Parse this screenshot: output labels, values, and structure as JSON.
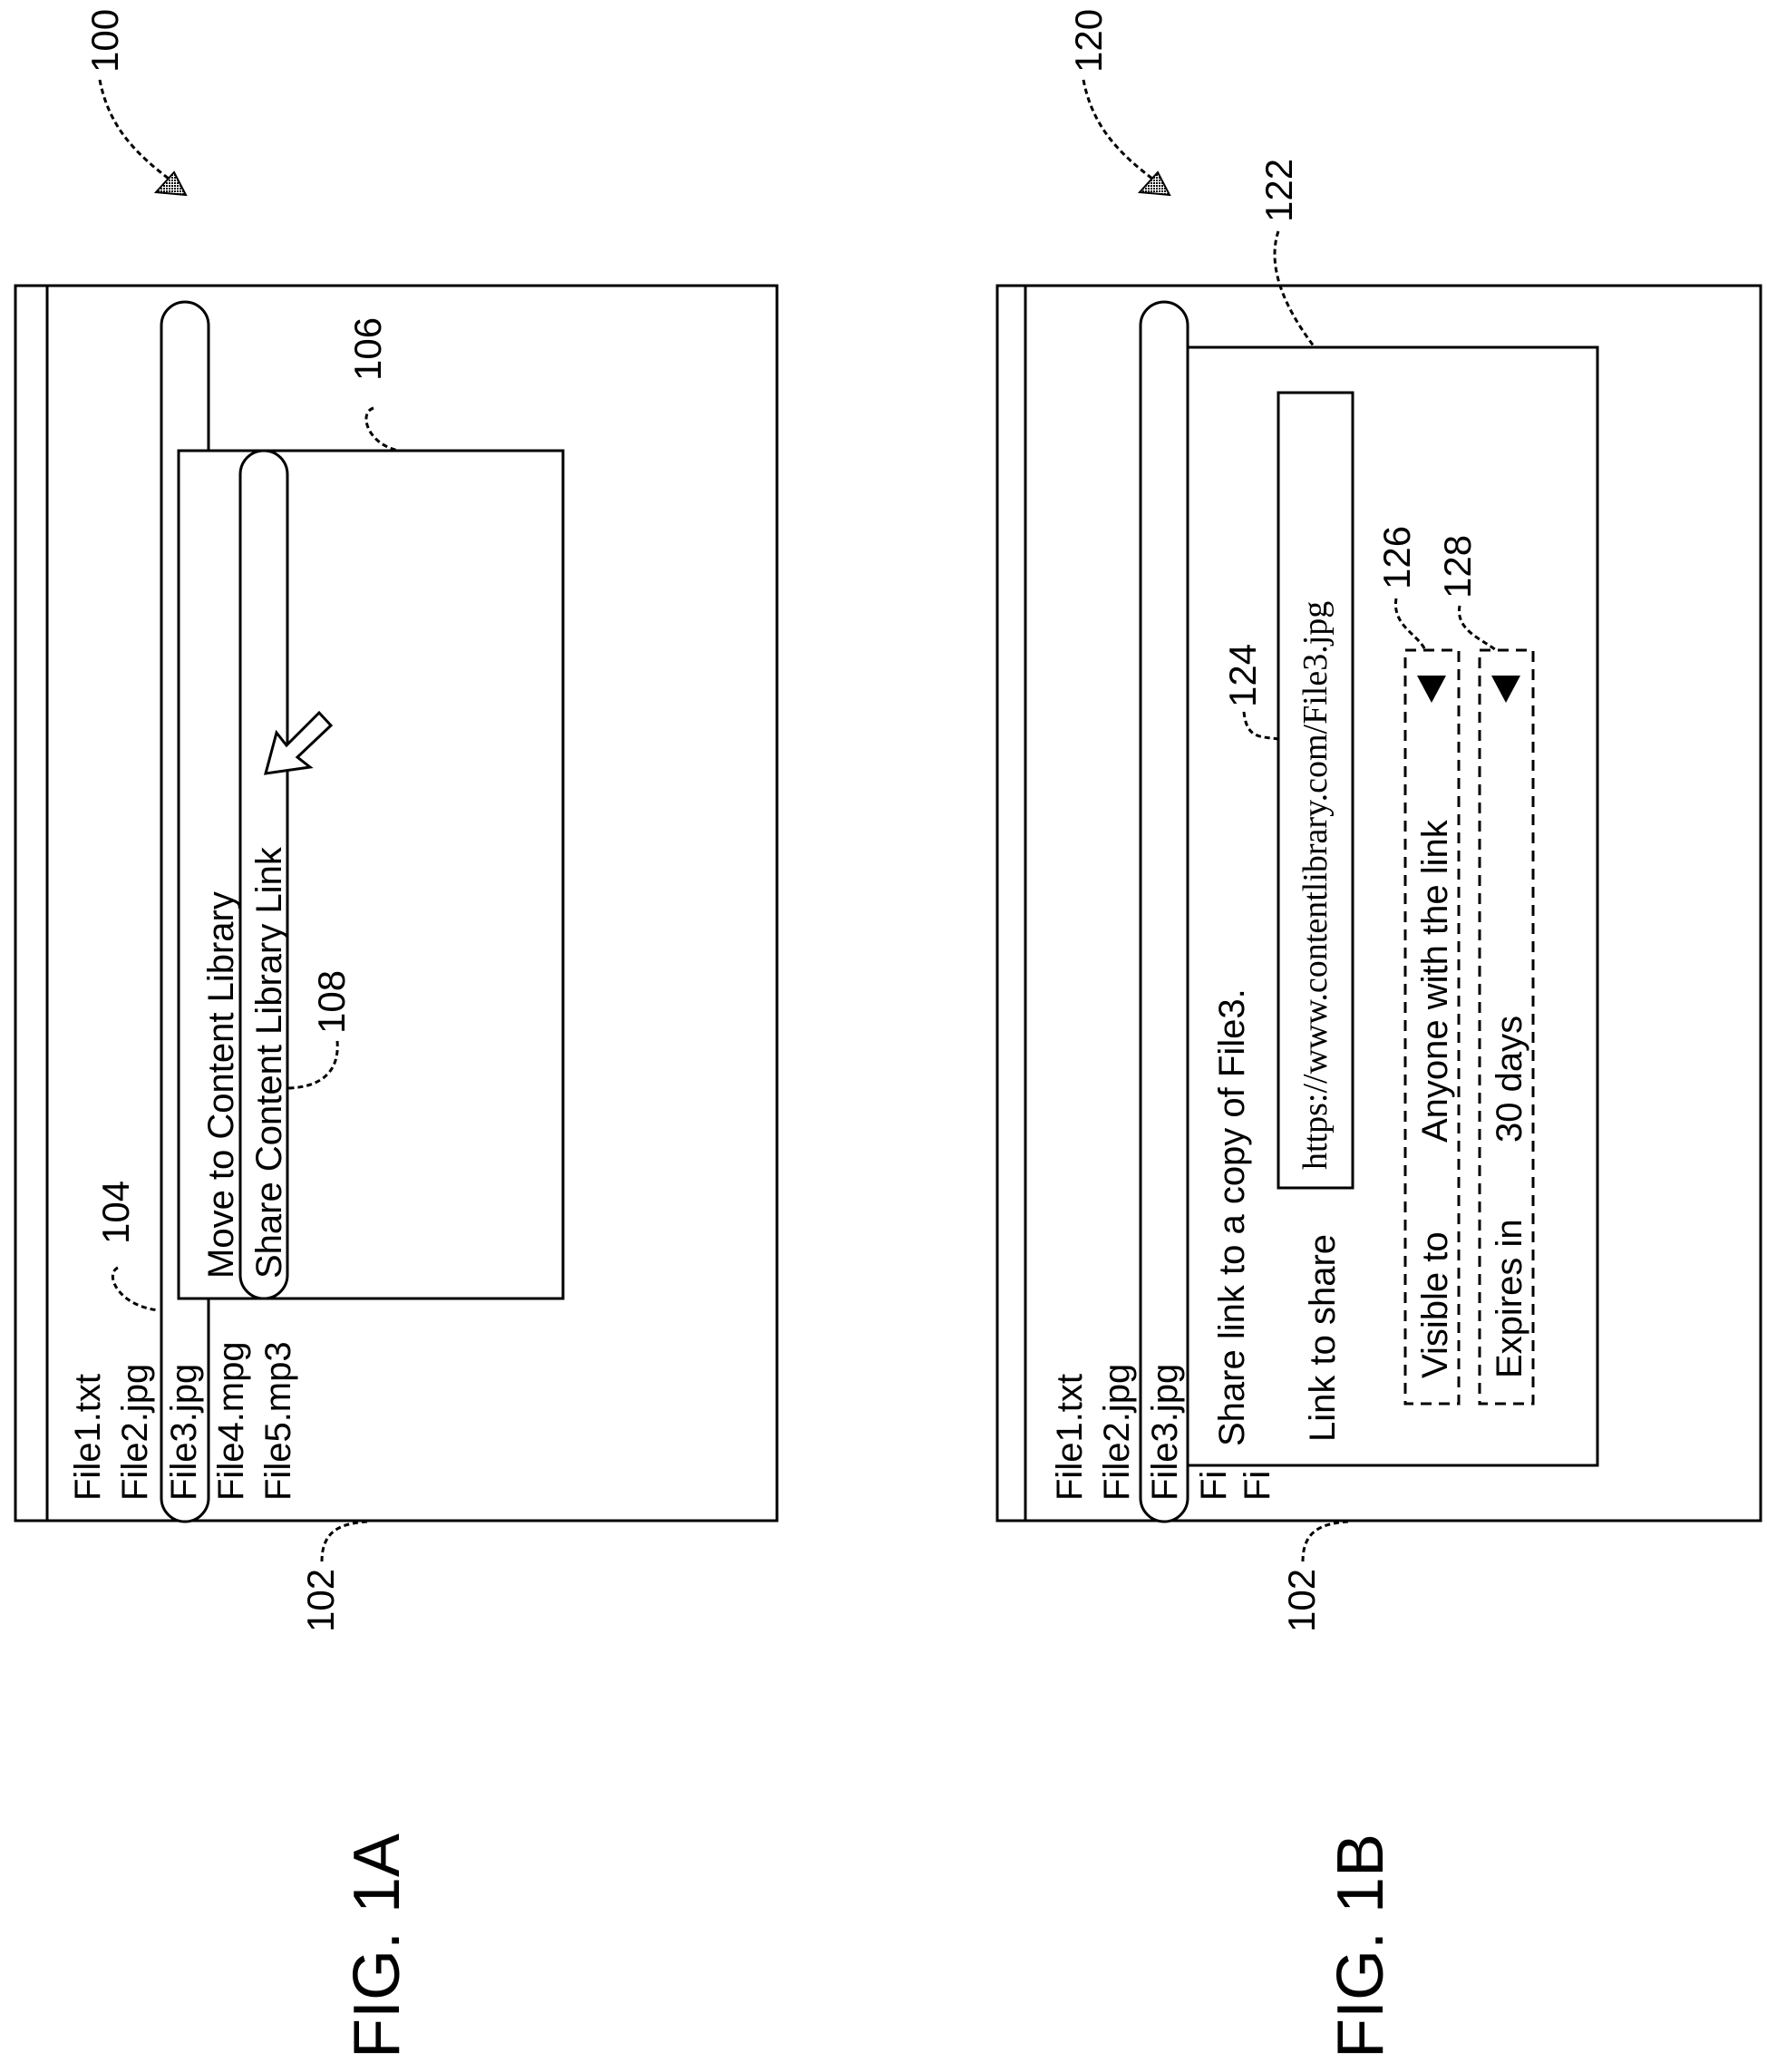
{
  "figures": {
    "fig1a": {
      "label": "FIG. 1A",
      "ref": "100",
      "window_ref": "102",
      "selection_ref": "104",
      "menu_ref": "106",
      "menu_item_ref": "108",
      "files": [
        "File1.txt",
        "File2.jpg",
        "File3.jpg",
        "File4.mpg",
        "File5.mp3"
      ],
      "menu_items": [
        "Move to Content Library",
        "Share Content Library Link"
      ]
    },
    "fig1b": {
      "label": "FIG. 1B",
      "ref": "120",
      "window_ref": "102",
      "dialog_ref": "122",
      "link_ref": "124",
      "visible_ref": "126",
      "expires_ref": "128",
      "files": [
        "File1.txt",
        "File2.jpg",
        "File3.jpg",
        "Fi",
        "Fi"
      ],
      "dialog": {
        "title": "Share link to a copy of File3.",
        "link_label": "Link to share",
        "link_value": "https://www.contentlibrary.com/File3.jpg",
        "visible_label": "Visible to",
        "visible_value": "Anyone with the link",
        "expires_label": "Expires in",
        "expires_value": "30 days"
      }
    }
  }
}
